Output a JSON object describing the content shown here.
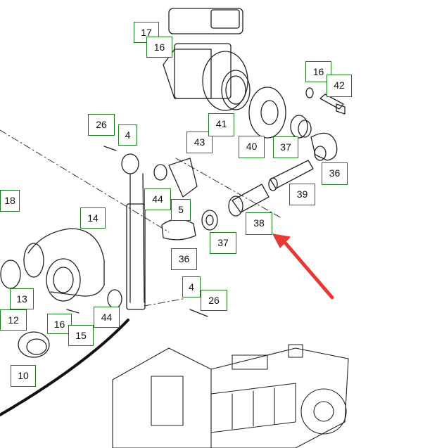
{
  "title": "",
  "colors": {
    "label_border": "#1e7a1e",
    "arrow": "#e53935",
    "line_art": "#222222"
  },
  "part_labels": [
    "17",
    "16",
    "26",
    "4",
    "43",
    "41",
    "40",
    "16",
    "42",
    "37",
    "36",
    "44",
    "5",
    "39",
    "38",
    "37",
    "36",
    "18",
    "14",
    "13",
    "12",
    "4",
    "26",
    "16",
    "15",
    "44",
    "10"
  ],
  "icons": [
    "red-pointer-arrow"
  ]
}
